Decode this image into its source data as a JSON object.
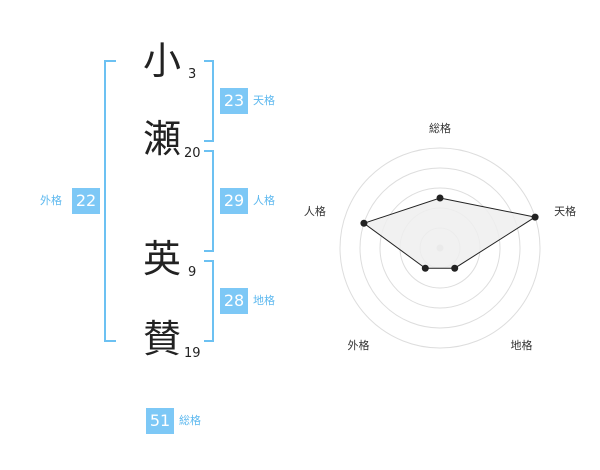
{
  "name_chars": [
    {
      "char": "小",
      "strokes": "3"
    },
    {
      "char": "瀬",
      "strokes": "20"
    },
    {
      "char": "英",
      "strokes": "9"
    },
    {
      "char": "賛",
      "strokes": "19"
    }
  ],
  "fortunes": {
    "tenkaku": {
      "value": "23",
      "label": "天格"
    },
    "jinkaku": {
      "value": "29",
      "label": "人格"
    },
    "chikaku": {
      "value": "28",
      "label": "地格"
    },
    "gaikaku": {
      "value": "22",
      "label": "外格"
    },
    "soukaku": {
      "value": "51",
      "label": "総格"
    }
  },
  "chart_data": {
    "type": "radar",
    "axes": [
      "総格",
      "天格",
      "地格",
      "外格",
      "人格"
    ],
    "values": [
      0.5,
      1.0,
      0.25,
      0.25,
      0.8
    ],
    "max": 1.0,
    "rings": 5,
    "fill_color": "#eeeeee",
    "line_color": "#222222",
    "ring_color": "#dddddd"
  },
  "colors": {
    "accent": "#7dc8f6",
    "bracket": "#6cc1f2",
    "label": "#5cb8ef"
  }
}
